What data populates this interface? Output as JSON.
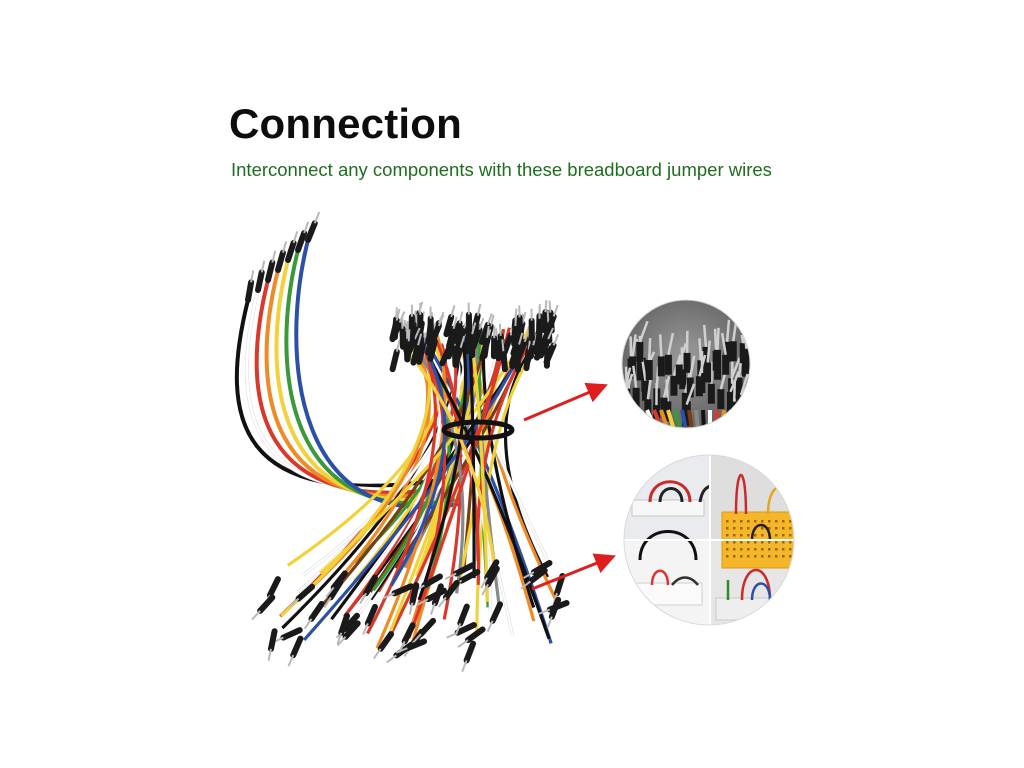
{
  "heading": "Connection",
  "subheading": "Interconnect any components with these breadboard jumper wires",
  "colors": {
    "heading": "#0d0d0d",
    "subheading": "#1f6e1f",
    "arrow": "#e01e1e",
    "pin_housing": "#1a1a1a",
    "pin_metal": "#b9b9b9",
    "breadboard_yellow": "#f5b62a"
  },
  "wire_colors": [
    "#111111",
    "#ffffff",
    "#d8392b",
    "#f08a24",
    "#f2d23b",
    "#3a9a3a",
    "#2c4fa8",
    "#7a3d12",
    "#888888"
  ],
  "images": {
    "main": "jumper-wires-bundle",
    "closeup": "jumper-wire-pins-closeup",
    "usage": "breadboard-usage-examples"
  }
}
